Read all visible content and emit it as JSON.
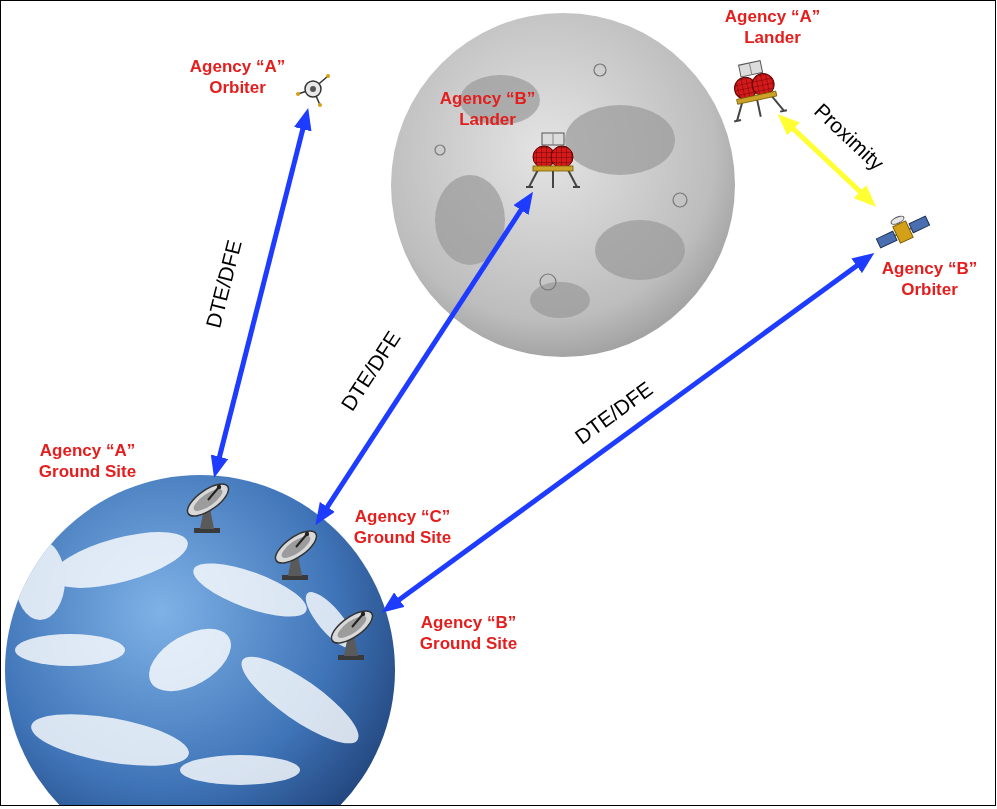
{
  "diagram": {
    "nodes": [
      {
        "text": [
          "Agency “A” Orbiter"
        ]
      },
      {
        "text": [
          "Agency “B” Lander"
        ]
      },
      {
        "text": [
          "Agency “A” Lander"
        ]
      },
      {
        "text": [
          "Agency “B” Orbiter"
        ]
      },
      {
        "text": [
          "Agency “A” Ground Site"
        ]
      },
      {
        "text": [
          "Agency “C” Ground Site"
        ]
      },
      {
        "text": [
          "Agency “B” Ground Site"
        ]
      }
    ],
    "edges": [
      {
        "from": 0,
        "to": 4,
        "label": "DTE/DFE",
        "arrow": "both"
      },
      {
        "from": 1,
        "to": 5,
        "label": "DTE/DFE",
        "arrow": "both"
      },
      {
        "from": 3,
        "to": 6,
        "label": "DTE/DFE",
        "arrow": "both"
      },
      {
        "from": 2,
        "to": 3,
        "label": "Proximity",
        "arrow": "both"
      }
    ]
  }
}
